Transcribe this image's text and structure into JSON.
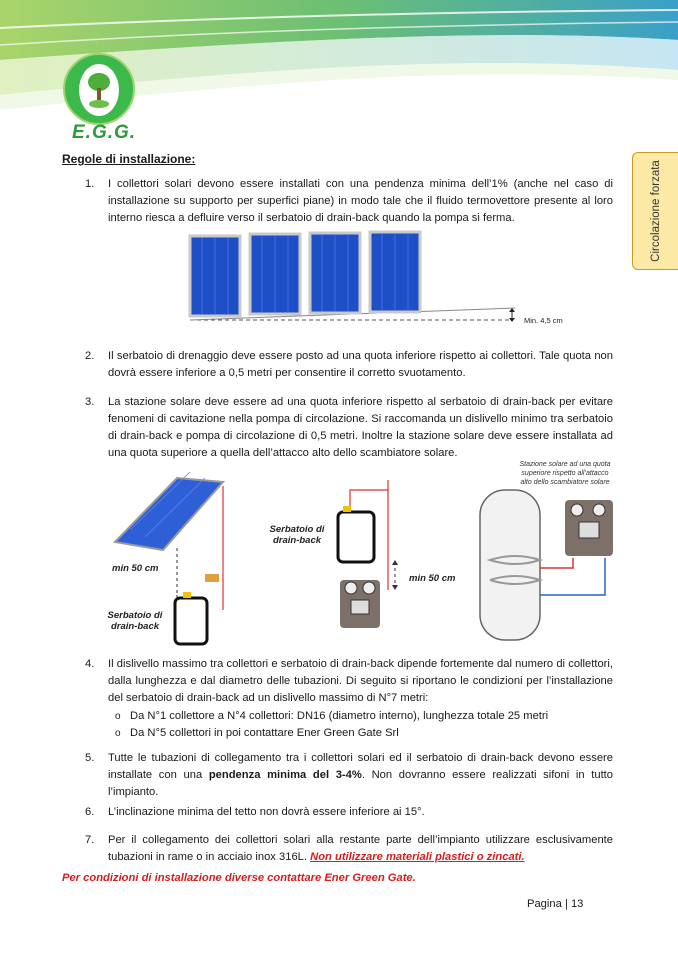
{
  "header": {
    "brand": "E.G.G."
  },
  "side_tab": {
    "label": "Circolazione forzata"
  },
  "section_title": "Regole di installazione:",
  "items": [
    {
      "num": "1.",
      "text": "I collettori solari devono essere installati con una pendenza minima dell’1% (anche nel caso di installazione su supporto per superfici piane) in modo tale che il fluido termovettore presente al loro interno riesca a defluire verso il serbatoio di drain-back quando la pompa si ferma."
    },
    {
      "num": "2.",
      "text": "Il serbatoio di drenaggio deve essere posto ad una quota inferiore rispetto ai collettori. Tale quota non dovrà essere inferiore a 0,5 metri per consentire il corretto svuotamento."
    },
    {
      "num": "3.",
      "text": "La stazione solare deve essere ad una quota inferiore rispetto al serbatoio di drain-back per evitare fenomeni di cavitazione nella pompa di circolazione. Si raccomanda un dislivello minimo tra serbatoio di drain-back e pompa di circolazione di 0,5 metri. Inoltre la stazione solare deve essere installata ad una quota superiore a quella dell’attacco alto dello scambiatore solare."
    },
    {
      "num": "4.",
      "text": "Il dislivello massimo tra collettori e serbatoio di drain-back dipende fortemente dal numero di collettori, dalla lunghezza e dal diametro delle tubazioni. Di seguito si riportano le condizioni per l’installazione del serbatoio di drain-back ad un dislivello massimo di N°7 metri:"
    },
    {
      "num": "5.",
      "text_before": "Tutte le tubazioni di collegamento tra i collettori solari ed il serbatoio di drain-back devono essere installate con una ",
      "text_bold": "pendenza minima del 3-4%",
      "text_after": ". Non dovranno essere realizzati sifoni in tutto l’impianto."
    },
    {
      "num": "6.",
      "text": "L’inclinazione minima del tetto non dovrà essere inferiore ai 15°."
    },
    {
      "num": "7.",
      "text_before": "Per il collegamento dei collettori solari alla restante parte dell’impianto utilizzare esclusivamente tubazioni in rame o in acciaio inox 316L. ",
      "text_red": "Non utilizzare materiali plastici o zincati."
    }
  ],
  "sub_items": [
    "Da N°1  collettore a N°4 collettori: DN16 (diametro interno), lunghezza totale 25 metri",
    "Da N°5 collettori in poi contattare Ener Green Gate Srl"
  ],
  "bullet_symbol": "o",
  "diagram1": {
    "label": "Min. 4,5 cm"
  },
  "diagram2": {
    "left_min": "min 50 cm",
    "left_tank": "Serbatoio di drain-back",
    "mid_tank": "Serbatoio di drain-back",
    "mid_min": "min 50 cm",
    "right_note": "Stazione solare ad una quota superiore rispetto all’attacco alto dello scambiatore solare"
  },
  "footer_note": "Per condizioni di installazione diverse contattare Ener Green Gate.",
  "page_number": "Pagina | 13",
  "colors": {
    "brand_green": "#2e9a3a",
    "accent_red": "#d21f1f",
    "tab_bg": "#fde9a6",
    "panel_blue": "#1f4fc7"
  }
}
